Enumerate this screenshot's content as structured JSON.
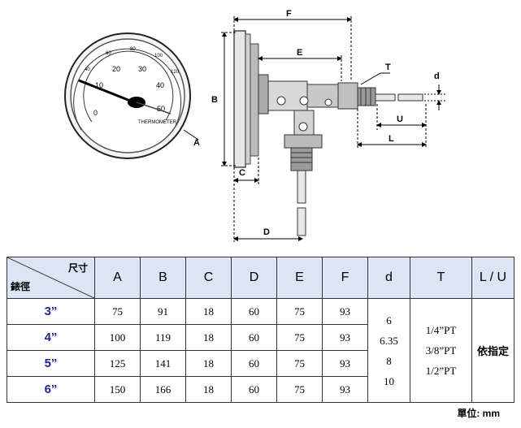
{
  "drawing": {
    "labels": {
      "F": "F",
      "E": "E",
      "B": "B",
      "A": "A",
      "C": "C",
      "D": "D",
      "T": "T",
      "d": "d",
      "U": "U",
      "L": "L"
    },
    "dial": {
      "inner_scale": [
        "0",
        "10",
        "20",
        "30",
        "40",
        "50"
      ],
      "outer_scale": [
        "40",
        "60",
        "80",
        "100",
        "120"
      ],
      "brand": "THERMOMETER"
    }
  },
  "table": {
    "header": {
      "corner_top": "尺寸",
      "corner_bottom": "錶徑",
      "columns": [
        "A",
        "B",
        "C",
        "D",
        "E",
        "F",
        "d",
        "T",
        "L / U"
      ]
    },
    "rows": [
      {
        "size": "3”",
        "A": "75",
        "B": "91",
        "C": "18",
        "D": "60",
        "E": "75",
        "F": "93"
      },
      {
        "size": "4”",
        "A": "100",
        "B": "119",
        "C": "18",
        "D": "60",
        "E": "75",
        "F": "93"
      },
      {
        "size": "5”",
        "A": "125",
        "B": "141",
        "C": "18",
        "D": "60",
        "E": "75",
        "F": "93"
      },
      {
        "size": "6”",
        "A": "150",
        "B": "166",
        "C": "18",
        "D": "60",
        "E": "75",
        "F": "93"
      }
    ],
    "d_values": [
      "6",
      "6.35",
      "8",
      "10"
    ],
    "t_values": [
      "1/4”PT",
      "3/8”PT",
      "1/2”PT"
    ],
    "lu_value": "依指定"
  },
  "unit_note": "單位: mm"
}
